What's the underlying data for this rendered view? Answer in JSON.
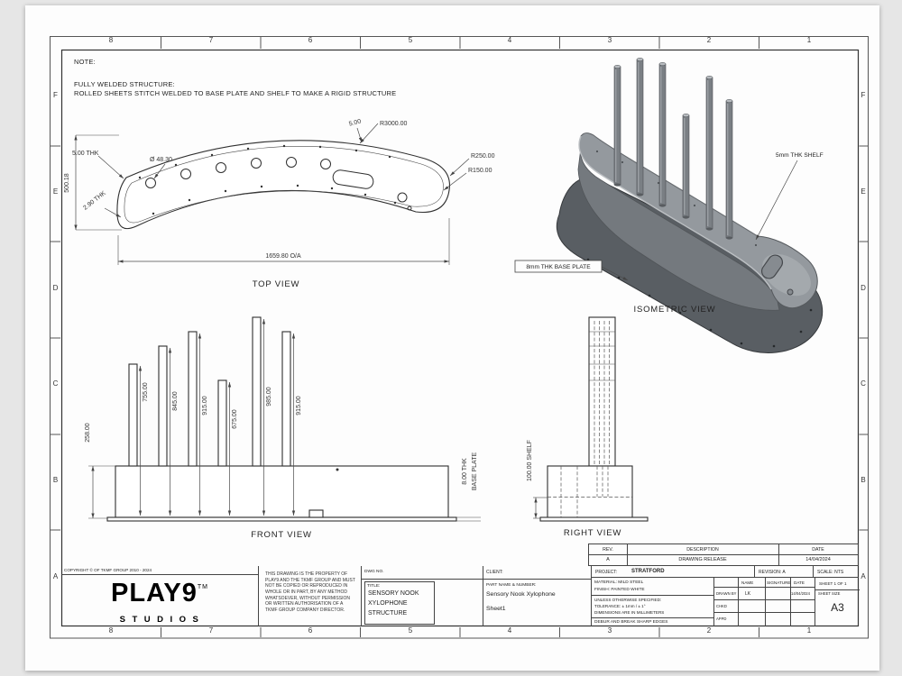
{
  "frame": {
    "cols": [
      "8",
      "7",
      "6",
      "5",
      "4",
      "3",
      "2",
      "1"
    ],
    "rows": [
      "F",
      "E",
      "D",
      "C",
      "B",
      "A"
    ]
  },
  "note": {
    "heading": "NOTE:",
    "line1": "FULLY WELDED STRUCTURE:",
    "line2": "ROLLED SHEETS STITCH WELDED TO BASE PLATE AND SHELF TO MAKE A RIGID STRUCTURE"
  },
  "top_view": {
    "label": "TOP VIEW",
    "thk_outer": "5.00 THK",
    "overall_height": "500.18",
    "thk_inner": "2.90 THK",
    "hole_dia": "Ø 48.30",
    "edge_gap": "5.00",
    "radius_main": "R3000.00",
    "radius_end_1": "R250.00",
    "radius_end_2": "R150.00",
    "overall_length": "1659.80 O/A"
  },
  "front_view": {
    "label": "FRONT VIEW",
    "tube_heights": [
      "755.00",
      "845.00",
      "915.00",
      "675.00",
      "985.00",
      "915.00"
    ],
    "body_height": "258.00",
    "base_thk": "8.00 THK",
    "base_name": "BASE PLATE"
  },
  "right_view": {
    "label": "RIGHT VIEW",
    "shelf_height": "100.00 SHELF"
  },
  "iso_view": {
    "label": "ISOMETRIC VIEW",
    "shelf_callout": "5mm THK SHELF",
    "base_callout": "8mm THK BASE PLATE"
  },
  "rev_table": {
    "rev_h": "REV.",
    "desc_h": "DESCRIPTION",
    "date_h": "DATE",
    "rev": "A",
    "desc": "DRAWING RELEASE",
    "date": "14/04/2024"
  },
  "title_block": {
    "copyright": "COPYRIGHT © OF TKMF GROUP 2010 - 2024",
    "logo": "PLAY9",
    "logo_tm": "TM",
    "logo_sub": "STUDIOS",
    "property_note": "THIS DRAWING IS THE PROPERTY OF PLAY9 AND THE TKMF GROUP AND MUST NOT BE COPIED OR REPRODUCED IN WHOLE OR IN PART, BY ANY METHOD WHATSOEVER, WITHOUT PERMISSION OR WRITTEN AUTHORISATION OF A TKMF GROUP COMPANY DIRECTOR.",
    "dwg_no_label": "DWG NO.",
    "title_label": "TITLE:",
    "title_line1": "SENSORY NOOK",
    "title_line2": "XYLOPHONE",
    "title_line3": "STRUCTURE",
    "client_label": "CLIENT:",
    "part_label": "PART NAME & NUMBER:",
    "part_name": "Sensory Nook Xylophone",
    "part_sheet": "Sheet1",
    "project_label": "PROJECT:",
    "project_value": "STRATFORD",
    "revision_label": "REVISION: A",
    "scale_label": "SCALE: NTS",
    "material": "MATERIAL: MILD STEEL",
    "finish": "FINISH: PAINTED WHITE",
    "spec1": "UNLESS OTHERWISE SPECIFIED:",
    "spec2": "TOLERANCE: ± 1mm / ± 1°",
    "spec3": "DIMENSIONS ARE IN MILLIMETERS",
    "debur": "DEBUR AND BREAK SHARP EDGES",
    "col_name": "NAME",
    "col_signature": "SIGNATURE",
    "col_date": "DATE",
    "drawn_label": "DRAWN BY",
    "drawn_name": "LK",
    "drawn_date": "14/04/2024",
    "chkd_label": "CHKD",
    "appd_label": "APPD",
    "sheet_of": "SHEET 1 OF 1",
    "sheet_size_label": "SHEET SIZE",
    "sheet_size": "A3"
  }
}
